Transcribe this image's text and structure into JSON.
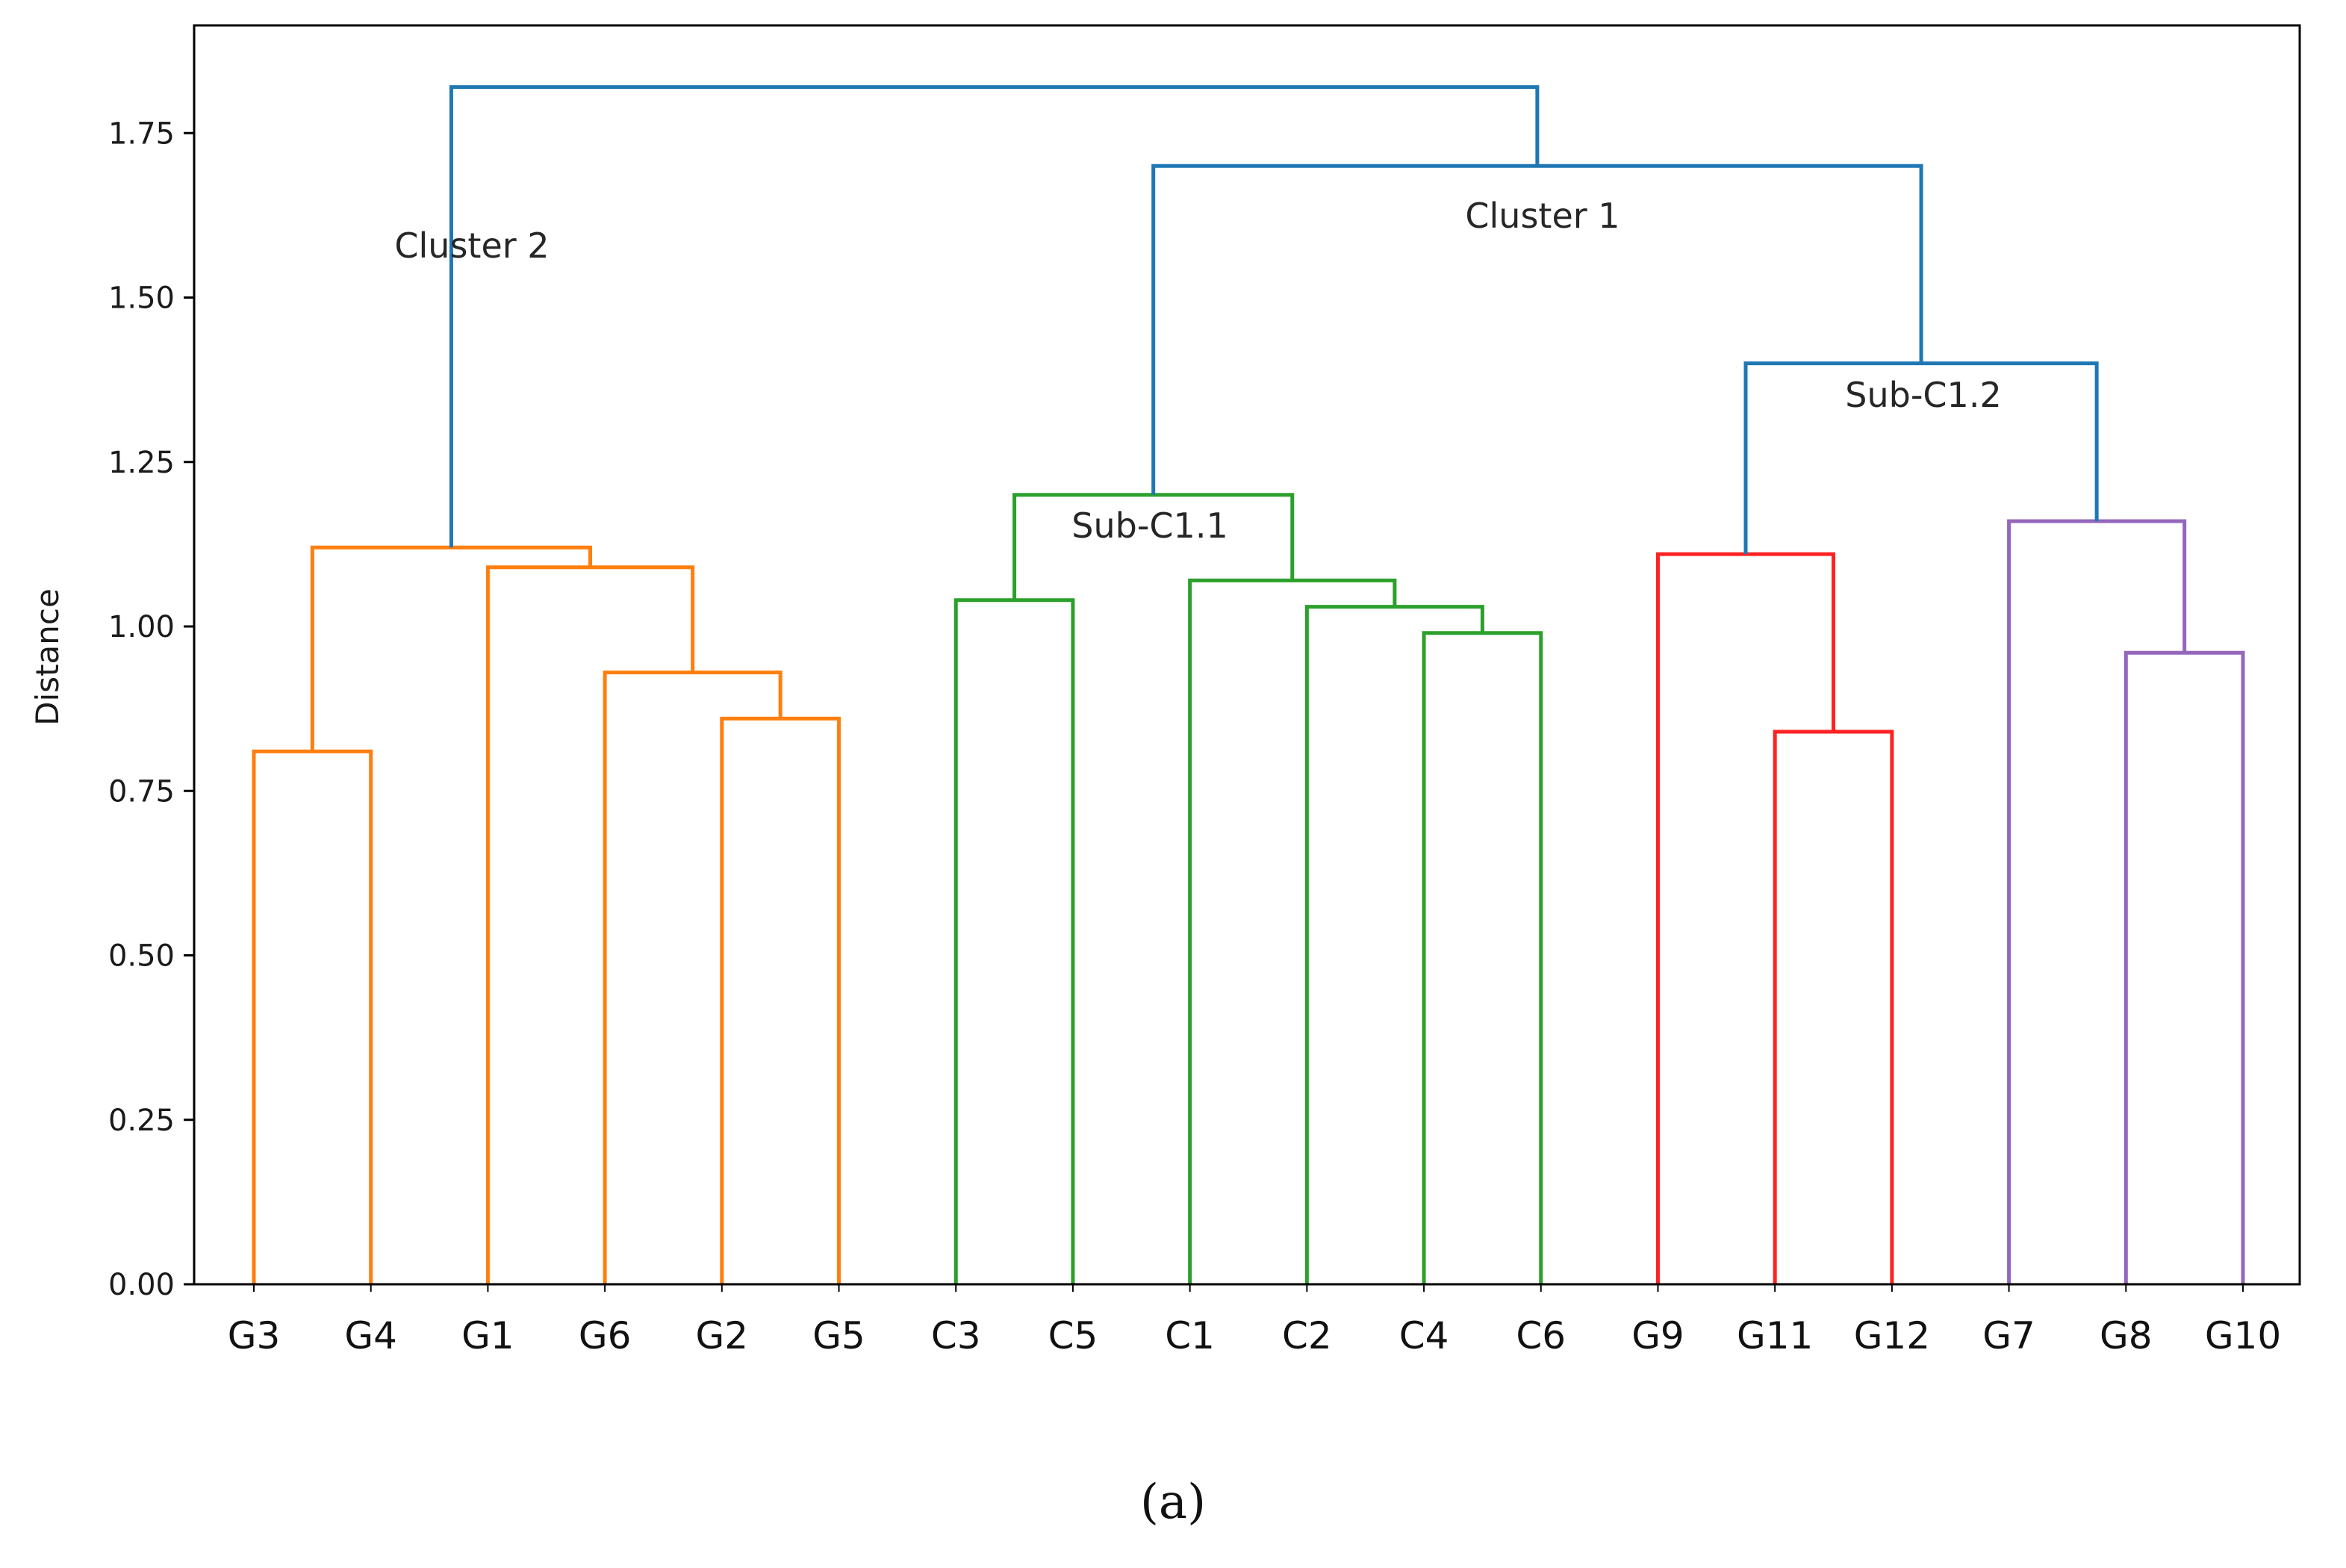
{
  "caption": "(a)",
  "colors": {
    "blue": "#1f77b4",
    "orange": "#ff7f0e",
    "green": "#2ca02c",
    "red": "#ff2222",
    "purple": "#9467bd",
    "axis": "#000000"
  },
  "chart_data": {
    "type": "dendrogram",
    "title": "",
    "xlabel": "",
    "ylabel": "Distance",
    "ylim": [
      0,
      1.92
    ],
    "yticks": [
      "0.00",
      "0.25",
      "0.50",
      "0.75",
      "1.00",
      "1.25",
      "1.50",
      "1.75"
    ],
    "leaves": [
      "G3",
      "G4",
      "G1",
      "G6",
      "G2",
      "G5",
      "C3",
      "C5",
      "C1",
      "C2",
      "C4",
      "C6",
      "G9",
      "G11",
      "G12",
      "G7",
      "G8",
      "G10"
    ],
    "merges": [
      {
        "id": "m1",
        "left": "G3",
        "right": "G4",
        "height": 0.81,
        "color": "orange"
      },
      {
        "id": "m2",
        "left": "G2",
        "right": "G5",
        "height": 0.86,
        "color": "orange"
      },
      {
        "id": "m3",
        "left": "G6",
        "right": "m2",
        "height": 0.93,
        "color": "orange"
      },
      {
        "id": "m4",
        "left": "G1",
        "right": "m3",
        "height": 1.09,
        "color": "orange"
      },
      {
        "id": "m5",
        "left": "m1",
        "right": "m4",
        "height": 1.12,
        "color": "orange"
      },
      {
        "id": "m6",
        "left": "C3",
        "right": "C5",
        "height": 1.04,
        "color": "green"
      },
      {
        "id": "m7",
        "left": "C4",
        "right": "C6",
        "height": 0.99,
        "color": "green"
      },
      {
        "id": "m8",
        "left": "C2",
        "right": "m7",
        "height": 1.03,
        "color": "green"
      },
      {
        "id": "m9",
        "left": "C1",
        "right": "m8",
        "height": 1.07,
        "color": "green"
      },
      {
        "id": "m10",
        "left": "m6",
        "right": "m9",
        "height": 1.2,
        "color": "green"
      },
      {
        "id": "m11",
        "left": "G11",
        "right": "G12",
        "height": 0.84,
        "color": "red"
      },
      {
        "id": "m12",
        "left": "G9",
        "right": "m11",
        "height": 1.11,
        "color": "red"
      },
      {
        "id": "m13",
        "left": "G8",
        "right": "G10",
        "height": 0.96,
        "color": "purple"
      },
      {
        "id": "m14",
        "left": "G7",
        "right": "m13",
        "height": 1.16,
        "color": "purple"
      },
      {
        "id": "m15",
        "left": "m12",
        "right": "m14",
        "height": 1.4,
        "color": "blue"
      },
      {
        "id": "m16",
        "left": "m10",
        "right": "m15",
        "height": 1.7,
        "color": "blue"
      },
      {
        "id": "m17",
        "left": "m5",
        "right": "m16",
        "height": 1.82,
        "color": "blue"
      }
    ],
    "annotations": [
      {
        "text": "Cluster 2",
        "near": "m5"
      },
      {
        "text": "Cluster 1",
        "near": "m16"
      },
      {
        "text": "Sub-C1.1",
        "near": "m10"
      },
      {
        "text": "Sub-C1.2",
        "near": "m15"
      }
    ],
    "grid": false,
    "legend": null
  }
}
